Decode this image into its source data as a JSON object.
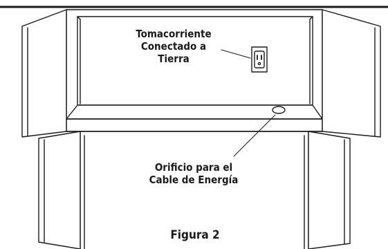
{
  "labels": {
    "outlet": [
      "Tomacorriente",
      "Conectado a",
      "Tierra"
    ],
    "hole": [
      "Orificio para el",
      "Cable de Energía"
    ]
  },
  "caption": "Figura 2",
  "colors": {
    "line": "#1a1a1a",
    "background": "#ffffff"
  }
}
